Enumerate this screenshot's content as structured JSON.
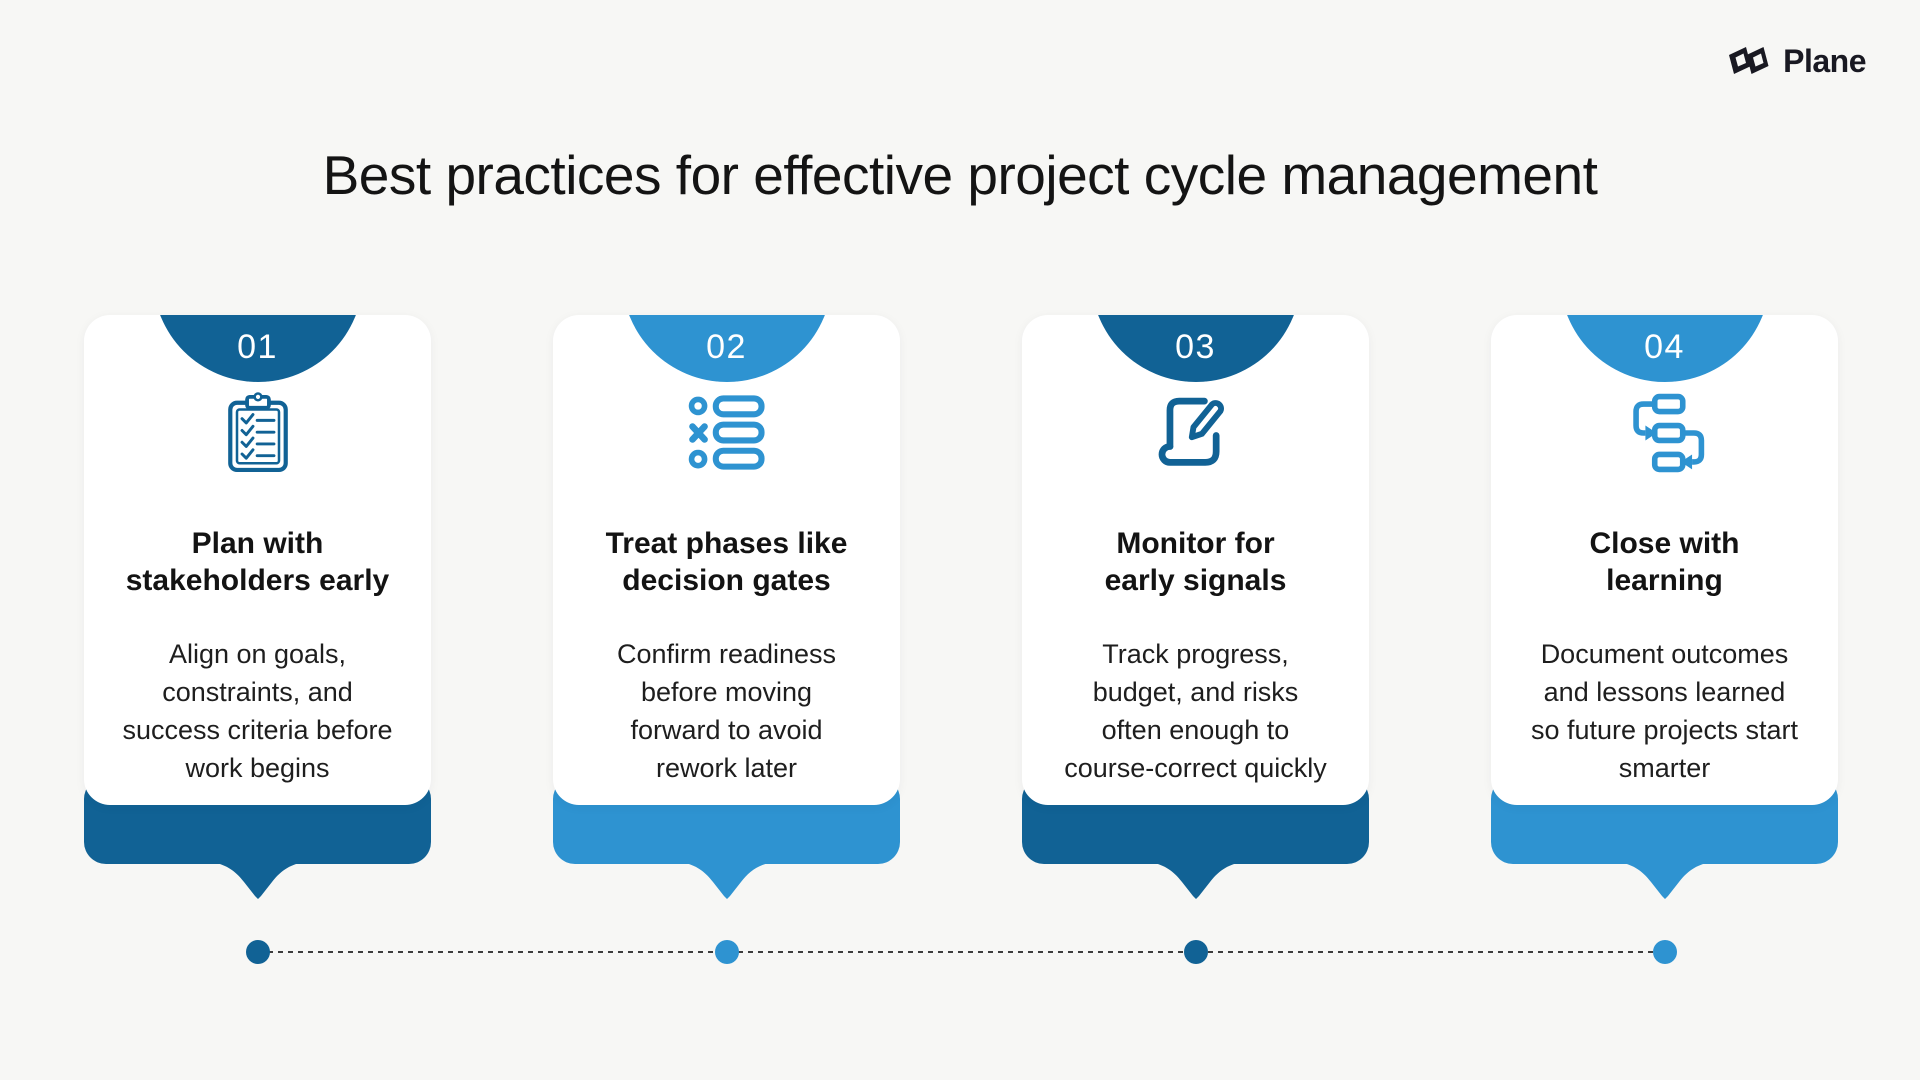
{
  "page": {
    "title": "Best practices for effective project cycle management",
    "background_color": "#f7f7f5"
  },
  "brand": {
    "name": "Plane",
    "logo_icon": "plane-logo-icon",
    "color": "#191922"
  },
  "colors": {
    "dark_blue": "#116295",
    "light_blue": "#2e93d1",
    "card_background": "#ffffff",
    "text": "#141414",
    "timeline_line": "#3d3d3d"
  },
  "steps": [
    {
      "number": "01",
      "tone": "dark",
      "icon": "clipboard-checklist-icon",
      "title": "Plan with\nstakeholders early",
      "description": "Align on goals,\nconstraints, and\nsuccess criteria before\nwork begins"
    },
    {
      "number": "02",
      "tone": "light",
      "icon": "decision-list-icon",
      "title": "Treat phases like\ndecision gates",
      "description": "Confirm readiness\nbefore moving\nforward to avoid\nrework later"
    },
    {
      "number": "03",
      "tone": "dark",
      "icon": "document-pencil-icon",
      "title": "Monitor for\nearly signals",
      "description": "Track progress,\nbudget, and risks\noften enough to\ncourse-correct quickly"
    },
    {
      "number": "04",
      "tone": "light",
      "icon": "workflow-icon",
      "title": "Close with\nlearning",
      "description": "Document outcomes\nand lessons learned\nso future projects start\nsmarter"
    }
  ],
  "timeline": {
    "dot_colors": [
      "#116295",
      "#2e93d1",
      "#116295",
      "#2e93d1"
    ]
  }
}
